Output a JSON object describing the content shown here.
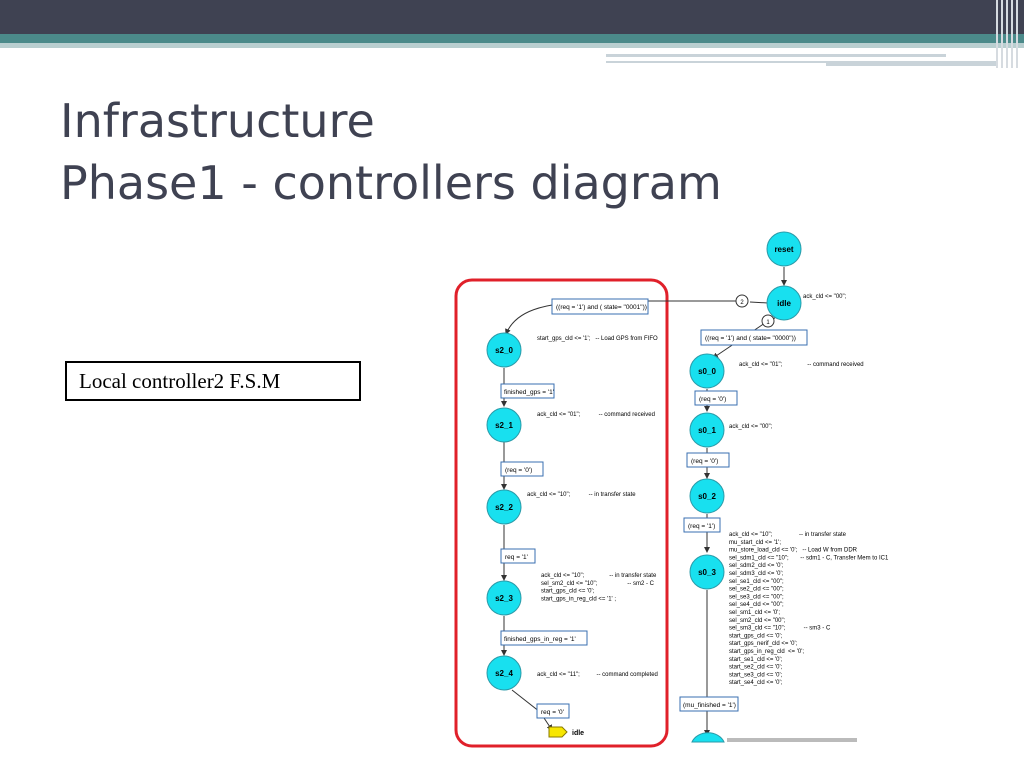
{
  "slide": {
    "title_line1": "Infrastructure",
    "title_line2": "Phase1 -  controllers diagram",
    "label_box": "Local controller2 F.S.M"
  },
  "diagram": {
    "nodes": {
      "reset": "reset",
      "idle": "idle",
      "s2_0": "s2_0",
      "s2_1": "s2_1",
      "s2_2": "s2_2",
      "s2_3": "s2_3",
      "s2_4": "s2_4",
      "s0_0": "s0_0",
      "s0_1": "s0_1",
      "s0_2": "s0_2",
      "s0_3": "s0_3",
      "idle_end": "idle"
    },
    "priorities": {
      "p2": "2",
      "p1": "1"
    },
    "conditions": {
      "to_s2_0": "((req = '1') and ( state= \"0001\"))",
      "to_s0_0": "((req = '1') and ( state= \"0000\"))",
      "s2_0_to_s2_1": "finished_gps = '1'",
      "s2_1_to_s2_2": "(req = '0')",
      "s2_2_to_s2_3": "req = '1'",
      "s2_3_to_s2_4": "finished_gps_in_reg = '1'",
      "s2_4_to_idle": "req = '0'",
      "s0_0_to_s0_1": "(req = '0')",
      "s0_1_to_s0_2": "(req = '0')",
      "s0_2_to_s0_3": "(req = '1')",
      "s0_3_next": "(mu_finished = '1')"
    },
    "annotations": {
      "idle": [
        "ack_cld <= \"00\";"
      ],
      "s2_0": [
        "start_gps_cld <= '1';   -- Load GPS from FIFO"
      ],
      "s2_1": [
        "ack_cld <= \"01\";           -- command received"
      ],
      "s2_2": [
        "ack_cld <= \"10\";           -- in transfer state"
      ],
      "s2_3": [
        "ack_cld <= \"10\";               -- in transfer state",
        "sel_sm2_cld <= \"10\";                  -- sm2 - C",
        "start_gps_cld <= '0';",
        "start_gps_in_reg_cld <= '1' ;"
      ],
      "s2_4": [
        "ack_cld <= \"11\";          -- command completed"
      ],
      "s0_0": [
        "ack_cld <= \"01\";               -- command received"
      ],
      "s0_1": [
        "ack_cld <= \"00\";"
      ],
      "s0_3": [
        "ack_cld <= \"10\";                -- in transfer state",
        "mu_start_cld <= '1';",
        "mu_store_load_cld <= '0';   -- Load W from DDR",
        "sel_sdm1_cld <= \"10\";       -- sdm1 - C, Transfer Mem to IC1",
        "sel_sdm2_cld <= '0';",
        "sel_sdm3_cld <= '0';",
        "sel_se1_cld <= \"00\";",
        "sel_se2_cld <= \"00\";",
        "sel_se3_cld <= \"00\";",
        "sel_se4_cld <= \"00\";",
        "sel_sm1_cld <= '0';",
        "sel_sm2_cld <= \"00\";",
        "sel_sm3_cld <= \"10\";           -- sm3 - C",
        "start_gps_cld <= '0';",
        "start_gps_nerif_cld <= '0';",
        "start_gps_in_reg_cld  <= '0';",
        "start_se1_cld <= '0';",
        "start_se2_cld <= '0';",
        "start_se3_cld <= '0';",
        "start_se4_cld <= '0';"
      ]
    }
  }
}
